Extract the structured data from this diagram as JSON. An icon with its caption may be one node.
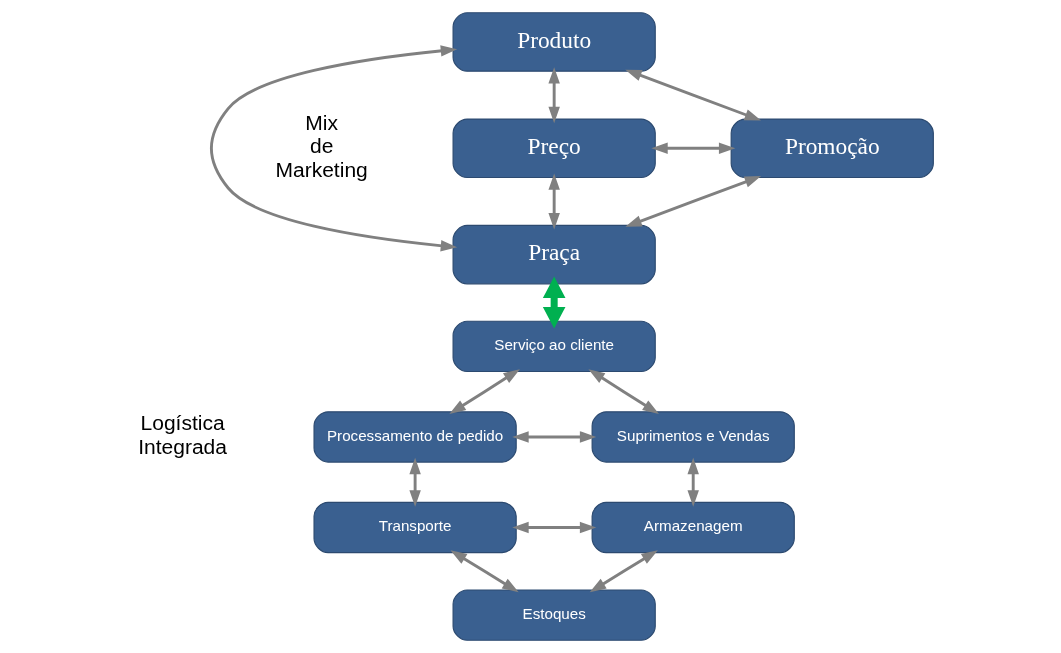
{
  "diagram": {
    "nodes": [
      {
        "text": [
          "Produto"
        ]
      },
      {
        "text": [
          "Preço"
        ]
      },
      {
        "text": [
          "Promoção"
        ]
      },
      {
        "text": [
          "Praça"
        ]
      },
      {
        "text": [
          "Serviço ao cliente"
        ]
      },
      {
        "text": [
          "Processamento de pedido"
        ]
      },
      {
        "text": [
          "Suprimentos e Vendas"
        ]
      },
      {
        "text": [
          "Transporte"
        ]
      },
      {
        "text": [
          "Armazenagem"
        ]
      },
      {
        "text": [
          "Estoques"
        ]
      }
    ],
    "edges": [
      {
        "from": 1,
        "to": 0,
        "arrow": "both"
      },
      {
        "from": 0,
        "to": 2,
        "arrow": "both"
      },
      {
        "from": 0,
        "to": 3,
        "arrow": "both"
      },
      {
        "from": 1,
        "to": 2,
        "arrow": "both"
      },
      {
        "from": 1,
        "to": 3,
        "arrow": "both"
      },
      {
        "from": 2,
        "to": 3,
        "arrow": "both"
      },
      {
        "from": 3,
        "to": 4,
        "arrow": "both",
        "style": "thick",
        "color": "#00b050"
      },
      {
        "from": 4,
        "to": 5,
        "arrow": "both"
      },
      {
        "from": 4,
        "to": 6,
        "arrow": "both"
      },
      {
        "from": 5,
        "to": 6,
        "arrow": "both"
      },
      {
        "from": 5,
        "to": 7,
        "arrow": "both"
      },
      {
        "from": 6,
        "to": 8,
        "arrow": "both"
      },
      {
        "from": 7,
        "to": 8,
        "arrow": "both"
      },
      {
        "from": 7,
        "to": 9,
        "arrow": "both"
      },
      {
        "from": 8,
        "to": 9,
        "arrow": "both"
      }
    ],
    "labels": [
      "Mix de Marketing",
      "Logística Integrada"
    ]
  }
}
